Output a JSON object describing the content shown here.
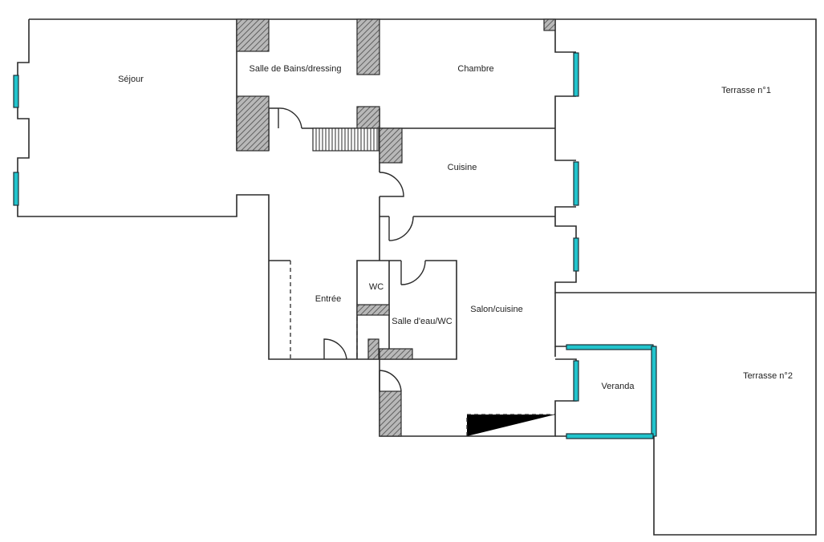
{
  "rooms": {
    "sejour": "Séjour",
    "salle_de_bains": "Salle de Bains/dressing",
    "chambre": "Chambre",
    "terrasse_1": "Terrasse n°1",
    "cuisine": "Cuisine",
    "entree": "Entrée",
    "wc": "WC",
    "salle_eau": "Salle d'eau/WC",
    "salon_cuisine": "Salon/cuisine",
    "veranda": "Veranda",
    "terrasse_2": "Terrasse n°2"
  },
  "colors": {
    "wall": "#2b2b2b",
    "window": "#22c4cc",
    "background": "#ffffff"
  }
}
